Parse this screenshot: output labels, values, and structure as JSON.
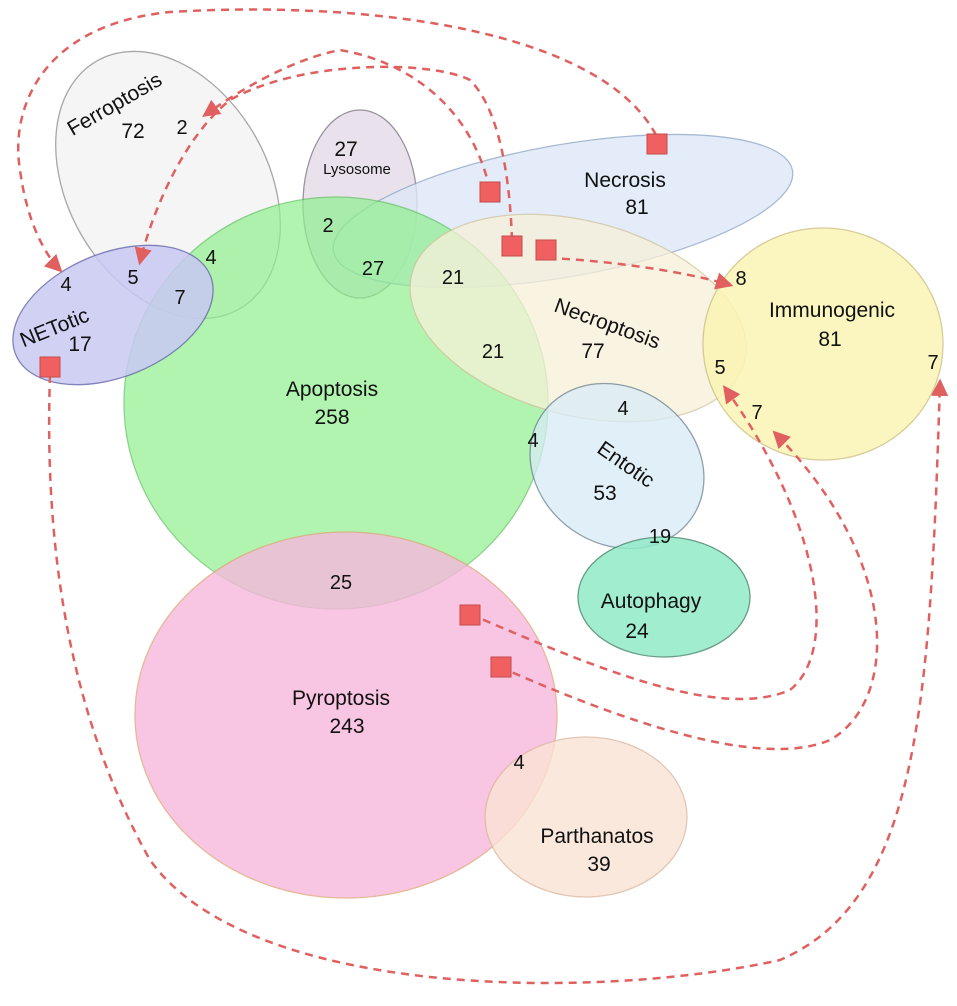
{
  "sets": {
    "ferroptosis": {
      "name": "Ferroptosis",
      "count": "72",
      "fill": "#f2f2f2",
      "stroke": "#8a8a8a"
    },
    "lysosome": {
      "name": "Lysosome",
      "count": "27",
      "fill": "#e6dde9",
      "stroke": "#8a7f8f"
    },
    "necrosis": {
      "name": "Necrosis",
      "count": "81",
      "fill": "#dde8f7",
      "stroke": "#93a9c8"
    },
    "apoptosis": {
      "name": "Apoptosis",
      "count": "258",
      "fill": "#8ff08f",
      "stroke": "#5bbf5b"
    },
    "netotic": {
      "name": "NETotic",
      "count": "17",
      "fill": "#c9c9f3",
      "stroke": "#6d6db0"
    },
    "necroptosis": {
      "name": "Necroptosis",
      "count": "77",
      "fill": "#f8f0d9",
      "stroke": "#d2c39c"
    },
    "immunogenic": {
      "name": "Immunogenic",
      "count": "81",
      "fill": "#fbf5b5",
      "stroke": "#cfc487"
    },
    "entotic": {
      "name": "Entotic",
      "count": "53",
      "fill": "#d8ebf6",
      "stroke": "#6a7f8e"
    },
    "autophagy": {
      "name": "Autophagy",
      "count": "24",
      "fill": "#91eac8",
      "stroke": "#4e8c72"
    },
    "pyroptosis": {
      "name": "Pyroptosis",
      "count": "243",
      "fill": "#f7b7dc",
      "stroke": "#e0a77e"
    },
    "parthanatos": {
      "name": "Parthanatos",
      "count": "39",
      "fill": "#fae3d4",
      "stroke": "#dcb9a3"
    }
  },
  "overlaps": {
    "ferroptosis_necrosis": "2",
    "ferroptosis_netotic": "4",
    "ferroptosis_apoptosis": "4",
    "netotic_apoptosis": "5",
    "netotic_ferroptosis_apoptosis": "7",
    "lysosome_apoptosis": "2",
    "lysosome_apoptosis_necrosis": "27",
    "necrosis_necroptosis": "21",
    "apoptosis_necroptosis": "21",
    "necroptosis_immunogenic_8": "8",
    "necroptosis_immunogenic_5": "5",
    "immunogenic_pyroptosis": "7",
    "immunogenic_netotic": "7",
    "entotic_necroptosis": "4",
    "entotic_apoptosis": "4",
    "entotic_autophagy": "19",
    "apoptosis_pyroptosis": "25",
    "pyroptosis_parthanatos": "4"
  },
  "colors": {
    "connector": "#e06060",
    "marker_fill": "#f16060",
    "marker_stroke": "#c44a4a"
  }
}
